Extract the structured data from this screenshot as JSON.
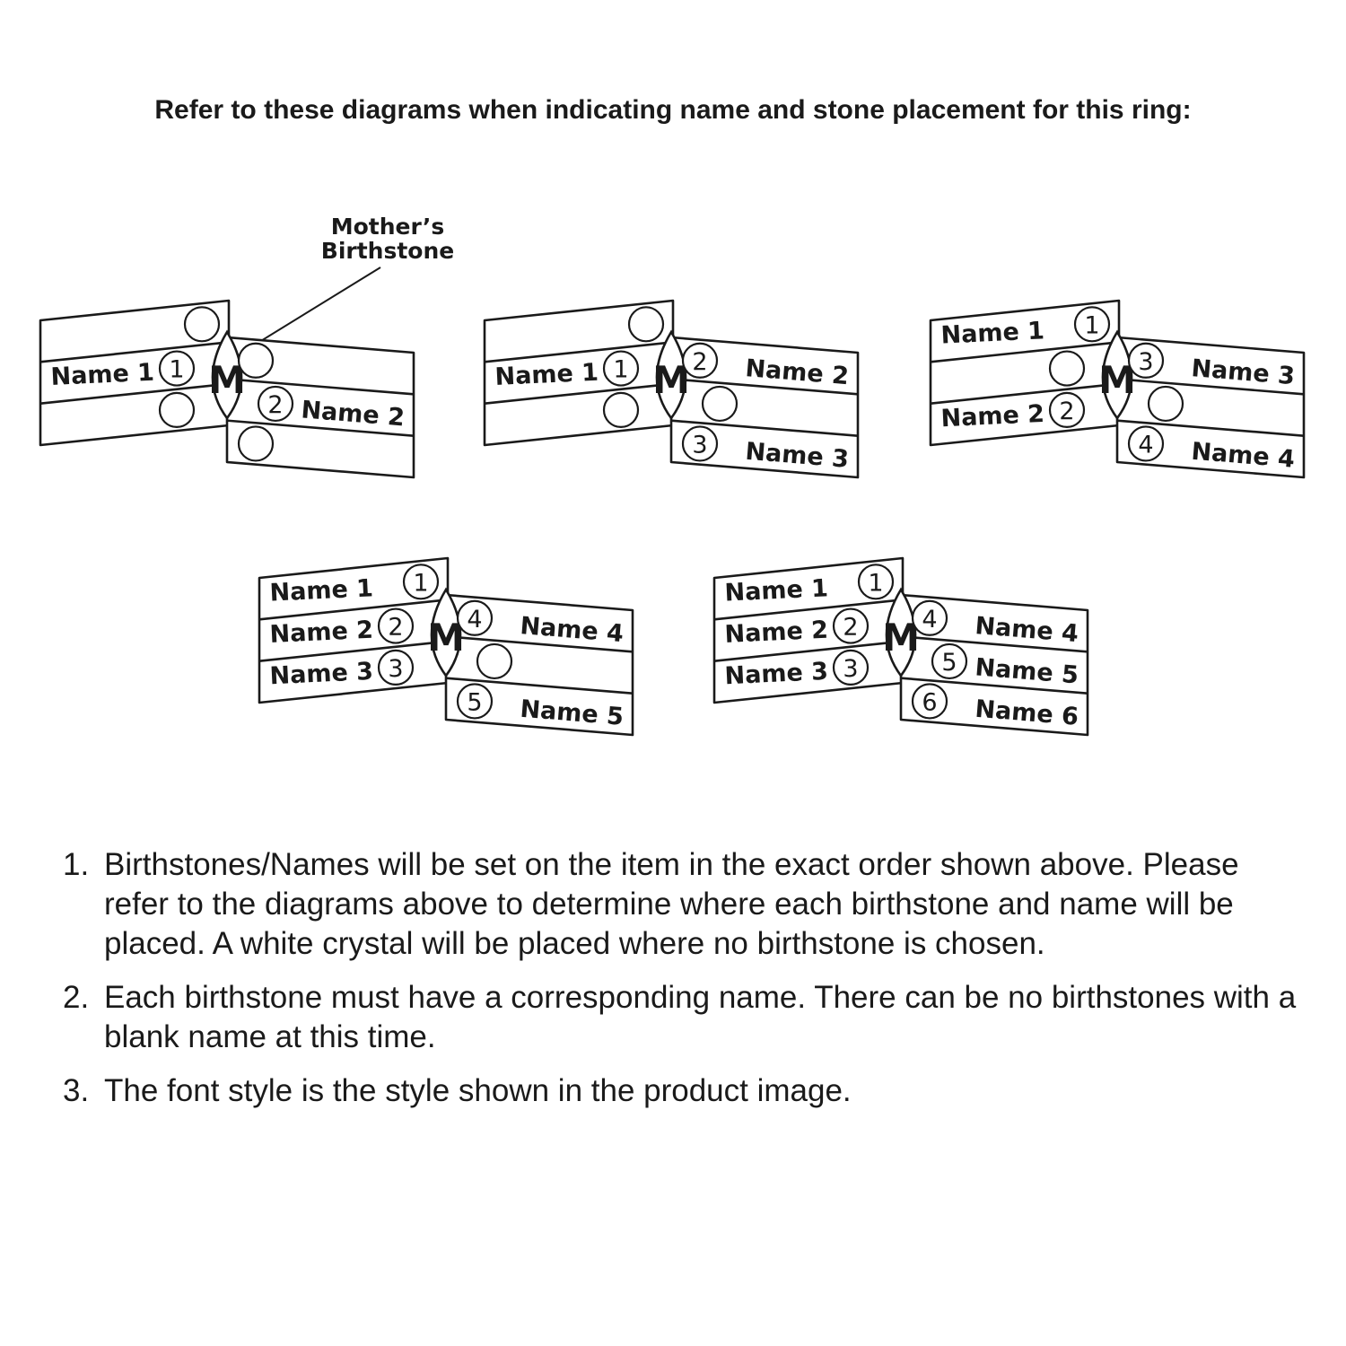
{
  "heading": "Refer to these diagrams when indicating name and stone placement for this ring:",
  "center_letter": "M",
  "callout_label": [
    "Mother’s",
    "Birthstone"
  ],
  "diagrams": [
    {
      "id": "one-name",
      "left": [
        {
          "name": null,
          "stone": null
        },
        {
          "name": "Name 1",
          "stone": "1"
        },
        {
          "name": null,
          "stone": null
        }
      ],
      "right": [
        {
          "name": null,
          "stone": null
        },
        {
          "name": "Name 2",
          "stone": "2"
        },
        {
          "name": null,
          "stone": null
        }
      ]
    },
    {
      "id": "three-names",
      "left": [
        {
          "name": null,
          "stone": null
        },
        {
          "name": "Name 1",
          "stone": "1"
        },
        {
          "name": null,
          "stone": null
        }
      ],
      "right": [
        {
          "name": "Name 2",
          "stone": "2"
        },
        {
          "name": null,
          "stone": null
        },
        {
          "name": "Name 3",
          "stone": "3"
        }
      ]
    },
    {
      "id": "four-names",
      "left": [
        {
          "name": "Name 1",
          "stone": "1"
        },
        {
          "name": null,
          "stone": null
        },
        {
          "name": "Name 2",
          "stone": "2"
        }
      ],
      "right": [
        {
          "name": "Name 3",
          "stone": "3"
        },
        {
          "name": null,
          "stone": null
        },
        {
          "name": "Name 4",
          "stone": "4"
        }
      ]
    },
    {
      "id": "five-names",
      "left": [
        {
          "name": "Name 1",
          "stone": "1"
        },
        {
          "name": "Name 2",
          "stone": "2"
        },
        {
          "name": "Name 3",
          "stone": "3"
        }
      ],
      "right": [
        {
          "name": "Name 4",
          "stone": "4"
        },
        {
          "name": null,
          "stone": null
        },
        {
          "name": "Name 5",
          "stone": "5"
        }
      ]
    },
    {
      "id": "six-names",
      "left": [
        {
          "name": "Name 1",
          "stone": "1"
        },
        {
          "name": "Name 2",
          "stone": "2"
        },
        {
          "name": "Name 3",
          "stone": "3"
        }
      ],
      "right": [
        {
          "name": "Name 4",
          "stone": "4"
        },
        {
          "name": "Name 5",
          "stone": "5"
        },
        {
          "name": "Name 6",
          "stone": "6"
        }
      ]
    }
  ],
  "notes": [
    {
      "num": "1.",
      "text": "Birthstones/Names will be set on the item in the exact order shown above. Please refer to the diagrams above to determine where each birthstone and name will be placed. A white crystal will be placed where no birthstone is chosen."
    },
    {
      "num": "2.",
      "text": "Each birthstone must have a corresponding name. There can be no birthstones with a blank name at this time."
    },
    {
      "num": "3.",
      "text": "The font style is the style shown in the product image."
    }
  ]
}
